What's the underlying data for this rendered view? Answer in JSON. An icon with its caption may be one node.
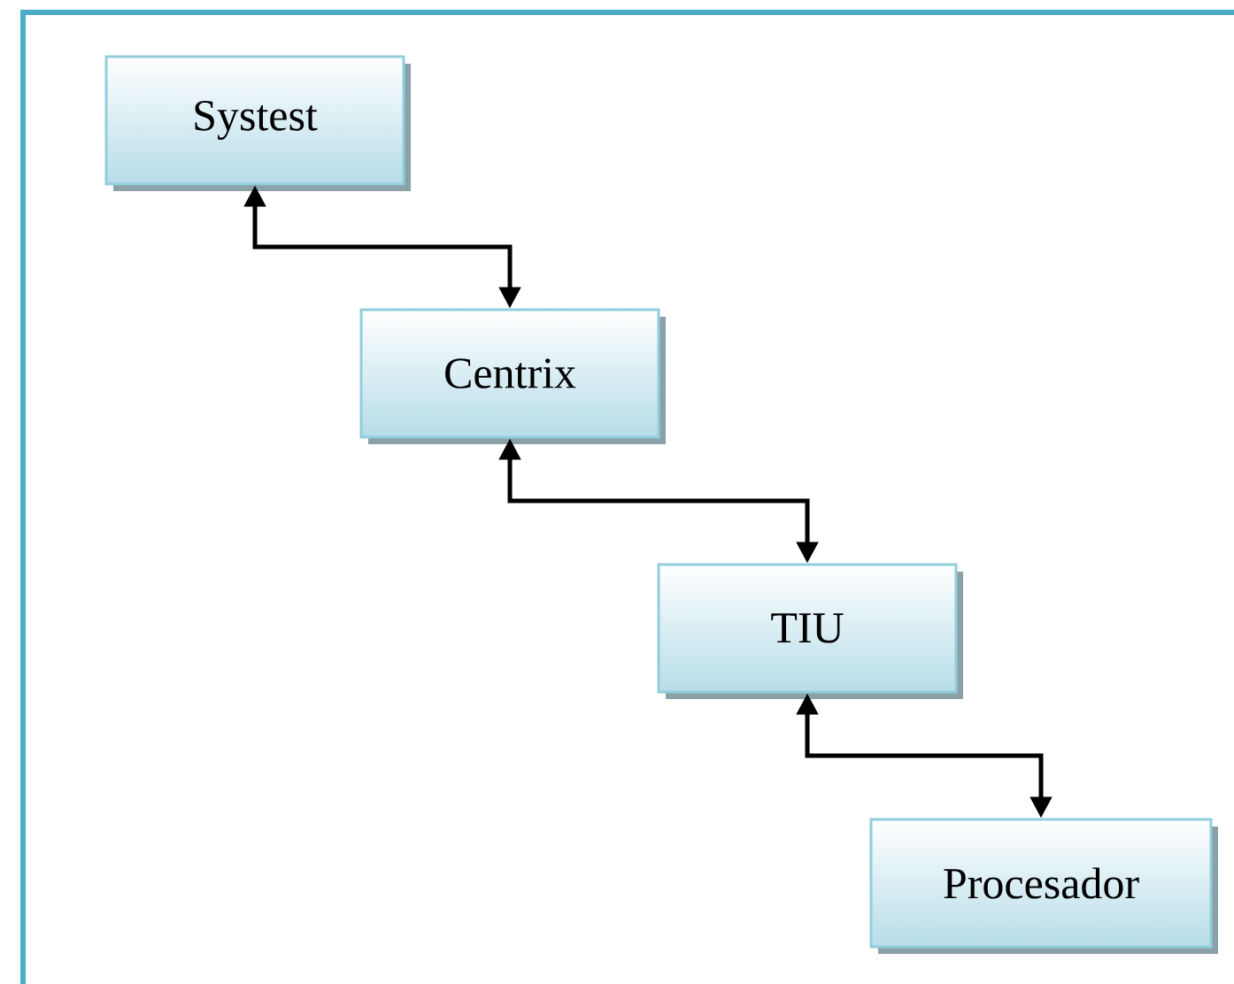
{
  "diagram": {
    "nodes": [
      {
        "text": [
          "Systest"
        ]
      },
      {
        "text": [
          "Centrix"
        ]
      },
      {
        "text": [
          "TIU"
        ]
      },
      {
        "text": [
          "Procesador"
        ]
      }
    ],
    "edges": [
      {
        "from": 0,
        "to": 1,
        "arrow": "both"
      },
      {
        "from": 1,
        "to": 2,
        "arrow": "both"
      },
      {
        "from": 2,
        "to": 3,
        "arrow": "both"
      }
    ]
  }
}
